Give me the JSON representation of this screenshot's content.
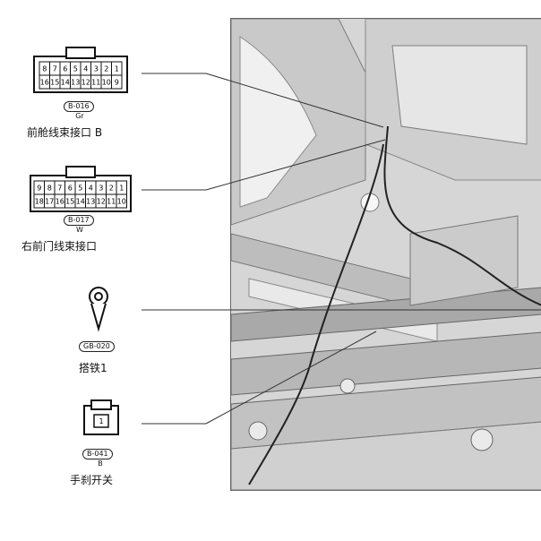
{
  "legend": {
    "items": [
      {
        "id": "b016",
        "code": "B-016",
        "color_code": "Gr",
        "label": "前舱线束接口 B",
        "pins_top": [
          "8",
          "7",
          "6",
          "5",
          "4",
          "3",
          "2",
          "1"
        ],
        "pins_bottom": [
          "16",
          "15",
          "14",
          "13",
          "12",
          "11",
          "10",
          "9"
        ]
      },
      {
        "id": "b017",
        "code": "B-017",
        "color_code": "W",
        "label": "右前门线束接口",
        "pins_top": [
          "9",
          "8",
          "7",
          "6",
          "5",
          "4",
          "3",
          "2",
          "1"
        ],
        "pins_bottom": [
          "18",
          "17",
          "16",
          "15",
          "14",
          "13",
          "12",
          "11",
          "10"
        ]
      },
      {
        "id": "gb020",
        "code": "GB-020",
        "label": "搭铁1"
      },
      {
        "id": "b041",
        "code": "B-041",
        "color_code": "B",
        "label": "手刹开关",
        "pins_top": [
          "1"
        ]
      }
    ]
  },
  "colors": {
    "panel_bg": "#d7d7d7",
    "line": "#222222"
  }
}
